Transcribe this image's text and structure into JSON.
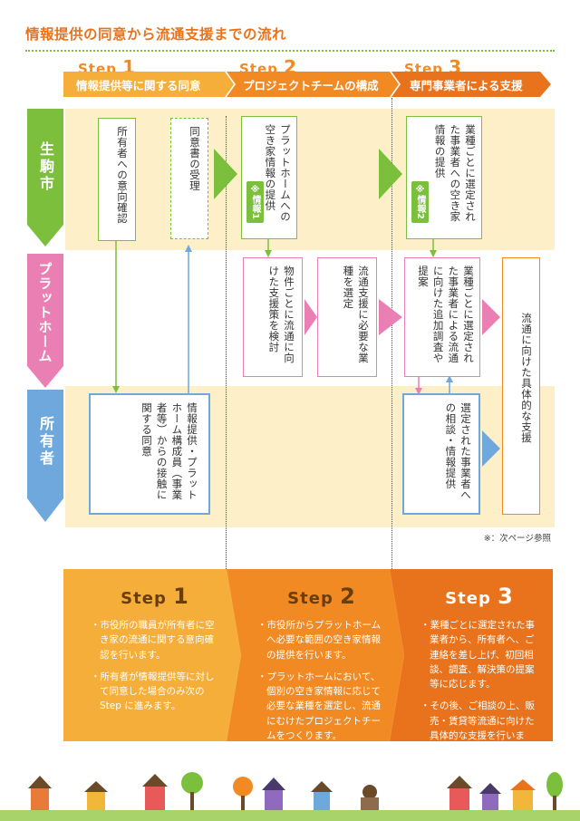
{
  "title": "情報提供の同意から流通支援までの流れ",
  "steps": [
    {
      "word": "Step",
      "num": "1",
      "bar": "情報提供等に関する同意"
    },
    {
      "word": "Step",
      "num": "2",
      "bar": "プロジェクトチームの構成"
    },
    {
      "word": "Step",
      "num": "3",
      "bar": "専門事業者による支援"
    }
  ],
  "rows": {
    "city": "生駒市",
    "platform": "プラットホーム",
    "owner": "所有者"
  },
  "boxes": {
    "owner_confirm": "所有者への意向確認",
    "consent_receipt": "同意書の受理",
    "info_provide_1": "プラットホームへの空き家情報の提供",
    "tag1": "※情報1",
    "support_policy": "物件ごとに流通に向けた支援策を検討",
    "select_types": "流通支援に必要な業種を選定",
    "info_provide_2": "業種ごとに選定された事業者への空き家情報の提供",
    "tag2": "※情報2",
    "additional_survey": "業種ごとに選定された事業者による流通に向けた追加調査や提案",
    "concrete_support": "流通に向けた具体的な支援",
    "owner_consent": "情報提供・プラットホーム構成員（事業者等）からの接触に関する同意",
    "consult": "選定された事業者への相談・情報提供"
  },
  "note": "※：次ページ参照",
  "panels": [
    {
      "word": "Step",
      "num": "1",
      "items": [
        "市役所の職員が所有者に空き家の流通に関する意向確認を行います。",
        "所有者が情報提供等に対して同意した場合のみ次の Step に進みます。"
      ]
    },
    {
      "word": "Step",
      "num": "2",
      "items": [
        "市役所からプラットホームへ必要な範囲の空き家情報の提供を行います。",
        "プラットホームにおいて、個別の空き家情報に応じて必要な業種を選定し、流通にむけたプロジェクトチームをつくります。"
      ]
    },
    {
      "word": "Step",
      "num": "3",
      "items": [
        "業種ごとに選定された事業者から、所有者へ、ご連絡を差し上げ、初回相談、調査、解決策の提案等に応じます。",
        "その後、ご相談の上、販売・賃貸等流通に向けた具体的な支援を行います。"
      ]
    }
  ],
  "colors": {
    "orange": "#f28a24",
    "green": "#7bbf3c",
    "pink": "#ea7fb4",
    "blue": "#6fa8dc",
    "cream": "#fdf0c8",
    "panel1": "#f6ae3a",
    "panel2": "#f28a24",
    "panel3": "#e8731c"
  }
}
